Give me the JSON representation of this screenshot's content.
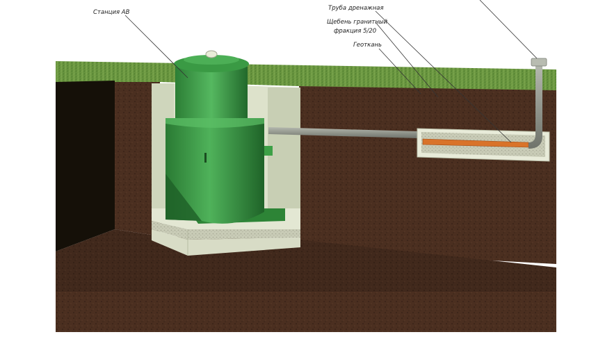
{
  "labels": {
    "station": "Станция АВ",
    "drain_pipe": "Труба дренажная",
    "gravel_line1": "Щебень гранитный",
    "gravel_line2": "фракция 5/20",
    "geotextile": "Геоткань"
  },
  "colors": {
    "grass": "#5f8a3a",
    "soil_dark": "#3a2418",
    "soil_mid": "#4a2e1f",
    "tank_green": "#2f8a3a",
    "tank_light": "#46a84f",
    "concrete": "#d6dcc4",
    "drain_orange": "#d9732a",
    "pipe_gray": "#8a8f86"
  }
}
